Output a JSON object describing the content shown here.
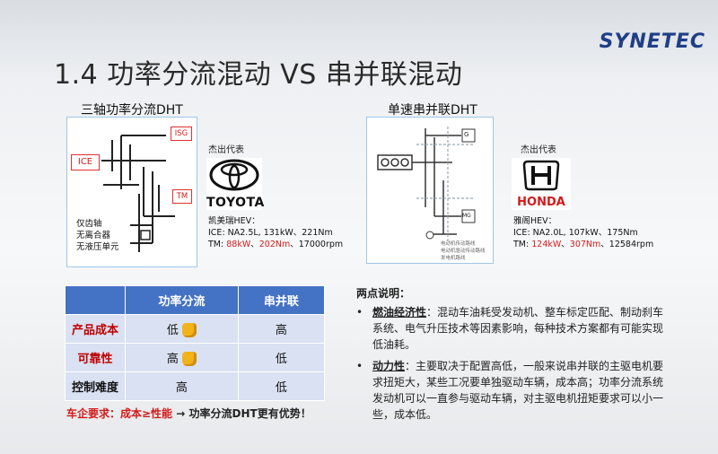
{
  "header": {
    "title": "1.4 功率分流混动  VS 串并联混动",
    "brand": "SYNETEC"
  },
  "left": {
    "subtitle": "三轴功率分流DHT",
    "diagram": {
      "ice": "ICE",
      "isg": "ISG",
      "tm": "TM",
      "notes": [
        "仅齿轴",
        "无离合器",
        "无液压单元"
      ]
    },
    "rep_label": "杰出代表",
    "brand": "TOYOTA",
    "car": "凯美瑞HEV：",
    "spec_ice": "ICE: NA2.5L, 131kW、221Nm",
    "spec_tm_prefix": "TM: ",
    "spec_tm_power": "88kW",
    "spec_tm_sep": "、",
    "spec_tm_torque": "202Nm",
    "spec_tm_rpm": "、17000rpm"
  },
  "right": {
    "subtitle": "单速串并联DHT",
    "diagram": {
      "g": "G",
      "m": "MG",
      "legend": [
        "电动机传动路线",
        "电动机驱动传动路线",
        "发电机路线"
      ]
    },
    "rep_label": "杰出代表",
    "brand": "HONDA",
    "car": "雅阁HEV：",
    "spec_ice": "ICE: NA2.0L, 107kW、175Nm",
    "spec_tm_prefix": "TM: ",
    "spec_tm_power": "124kW",
    "spec_tm_sep": "、",
    "spec_tm_torque": "307Nm",
    "spec_tm_rpm": "、12584rpm"
  },
  "table": {
    "headers": [
      "",
      "功率分流",
      "串并联"
    ],
    "rows": [
      {
        "label": "产品成本",
        "a": "低",
        "b": "高"
      },
      {
        "label": "可靠性",
        "a": "高",
        "b": "低"
      },
      {
        "label": "控制难度",
        "a": "高",
        "b": "低"
      }
    ]
  },
  "conclusion": {
    "red": "车企要求：成本≥性能",
    "arrow": "→",
    "rest": "功率分流DHT更有优势！"
  },
  "points": {
    "title": "两点说明：",
    "items": [
      {
        "term": "燃油经济性",
        "text": "：混动车油耗受发动机、整车标定匹配、制动刹车系统、电气升压技术等因素影响，每种技术方案都有可能实现低油耗。"
      },
      {
        "term": "动力性",
        "text": "：主要取决于配置高低，一般来说串并联的主驱电机要求扭矩大，某些工况要单独驱动车辆，成本高；功率分流系统发动机可以一直参与驱动车辆，对主驱电机扭矩要求可以小一些，成本低。"
      }
    ]
  },
  "colors": {
    "accent": "#4472c4",
    "red": "#d21b1b",
    "brand": "#1f3f86",
    "thumb": "#f2b21c"
  }
}
